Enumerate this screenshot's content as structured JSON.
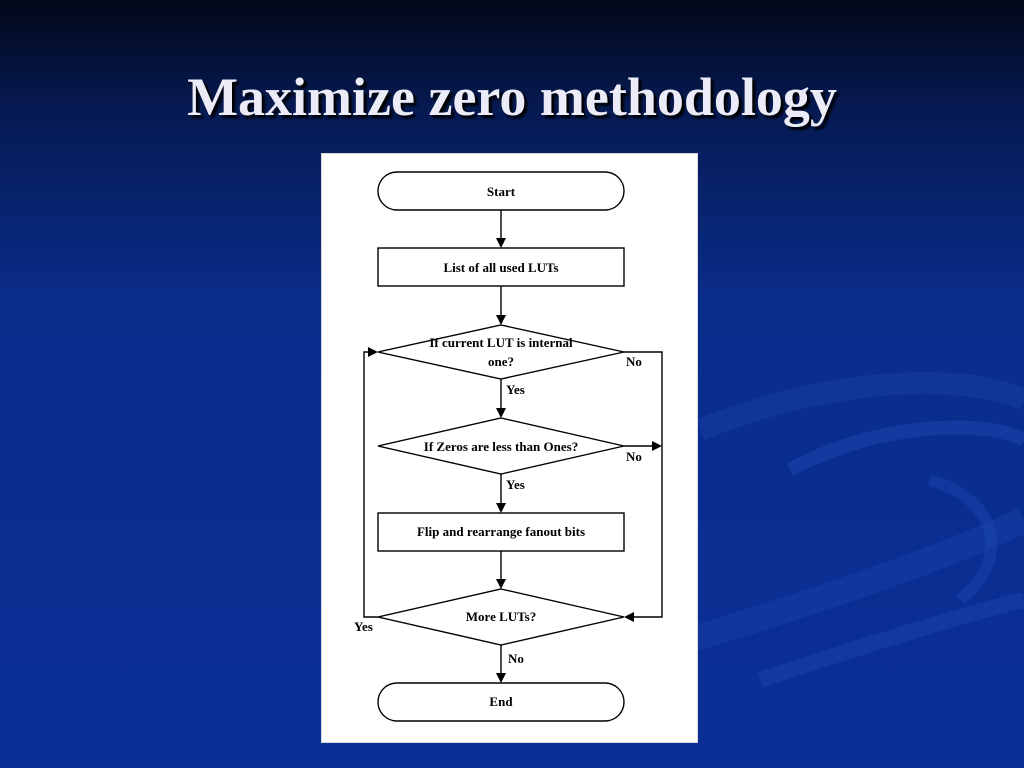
{
  "slide": {
    "title": "Maximize zero methodology"
  },
  "flowchart": {
    "start": "Start",
    "list_step": "List of all used LUTs",
    "decision_internal_line1": "If current LUT is internal",
    "decision_internal_line2": "one?",
    "decision_zeros": "If Zeros are less than Ones?",
    "flip_step": "Flip and rearrange fanout bits",
    "decision_more": "More LUTs?",
    "end": "End",
    "label_yes_internal": "Yes",
    "label_no_internal": "No",
    "label_yes_zeros": "Yes",
    "label_no_zeros": "No",
    "label_yes_more": "Yes",
    "label_no_more": "No"
  }
}
